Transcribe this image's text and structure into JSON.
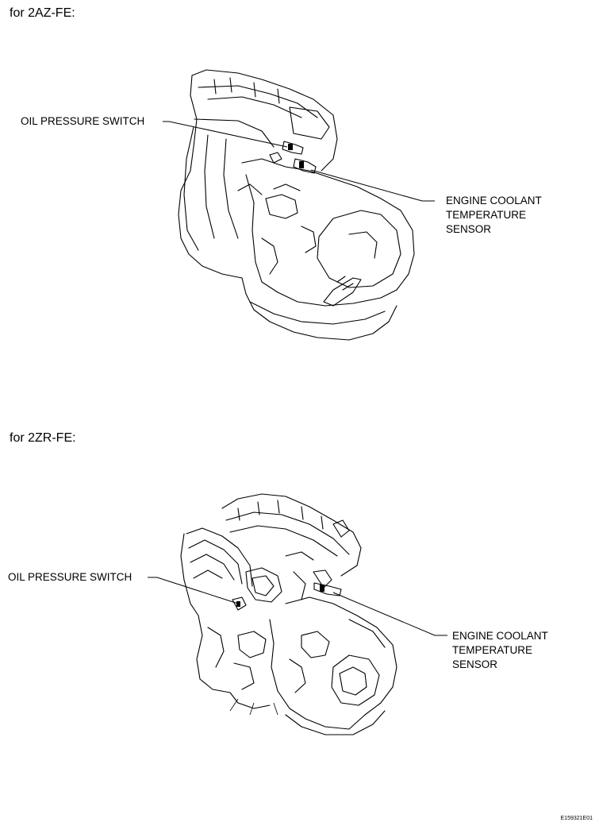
{
  "section1": {
    "heading": "for 2AZ-FE:",
    "label_oil": "OIL PRESSURE SWITCH",
    "label_coolant_1": "ENGINE COOLANT",
    "label_coolant_2": "TEMPERATURE",
    "label_coolant_3": "SENSOR"
  },
  "section2": {
    "heading": "for 2ZR-FE:",
    "label_oil": "OIL PRESSURE SWITCH",
    "label_coolant_1": "ENGINE COOLANT",
    "label_coolant_2": "TEMPERATURE",
    "label_coolant_3": "SENSOR"
  },
  "figure_code": "E159321E01"
}
